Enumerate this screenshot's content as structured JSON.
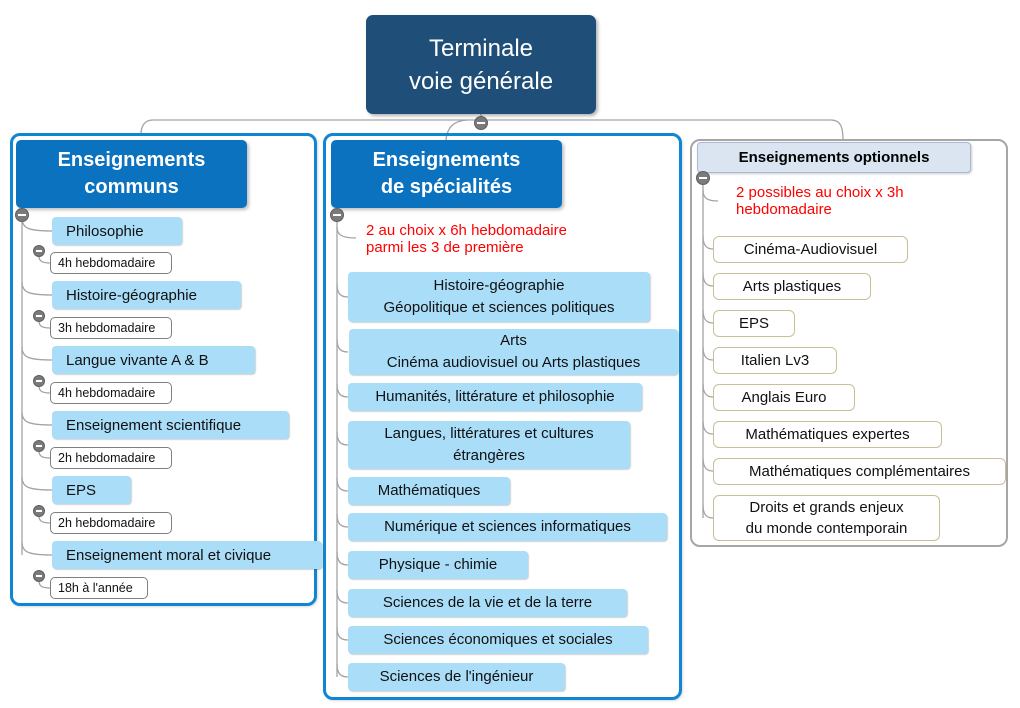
{
  "root_node": {
    "title": "Terminale\nvoie générale"
  },
  "branches": {
    "communs": {
      "header": "Enseignements\ncommuns",
      "items": [
        {
          "label": "Philosophie",
          "hours": "4h hebdomadaire"
        },
        {
          "label": "Histoire-géographie",
          "hours": "3h hebdomadaire"
        },
        {
          "label": "Langue vivante A & B",
          "hours": "4h hebdomadaire"
        },
        {
          "label": "Enseignement scientifique",
          "hours": "2h hebdomadaire"
        },
        {
          "label": "EPS",
          "hours": "2h hebdomadaire"
        },
        {
          "label": "Enseignement moral et civique",
          "hours": "18h à l'année"
        }
      ]
    },
    "specialites": {
      "header": "Enseignements\nde spécialités",
      "note": "2 au choix x 6h hebdomadaire\nparmi les 3 de première",
      "items": [
        {
          "label": "Histoire-géographie\nGéopolitique et sciences politiques"
        },
        {
          "label": "Arts\nCinéma audiovisuel ou Arts plastiques"
        },
        {
          "label": "Humanités, littérature et philosophie"
        },
        {
          "label": "Langues, littératures et cultures\nétrangères"
        },
        {
          "label": "Mathématiques"
        },
        {
          "label": "Numérique et sciences informatiques"
        },
        {
          "label": "Physique - chimie"
        },
        {
          "label": "Sciences de la vie et de la terre"
        },
        {
          "label": "Sciences économiques et sociales"
        },
        {
          "label": "Sciences de l'ingénieur"
        }
      ]
    },
    "optionnels": {
      "header": "Enseignements optionnels",
      "note": "2 possibles au choix x 3h\nhebdomadaire",
      "items": [
        {
          "label": "Cinéma-Audiovisuel"
        },
        {
          "label": "Arts plastiques"
        },
        {
          "label": "EPS"
        },
        {
          "label": "Italien Lv3"
        },
        {
          "label": "Anglais Euro"
        },
        {
          "label": "Mathématiques expertes"
        },
        {
          "label": "Mathématiques complémentaires"
        },
        {
          "label": "Droits et grands enjeux\ndu monde contemporain"
        }
      ]
    }
  },
  "icons": {
    "collapse": "minus-circle"
  },
  "colors": {
    "root_fill": "#1F4E79",
    "branch_header_fill": "#0B72BF",
    "container_border": "#0E86D4",
    "subject_fill": "#A9DDF8",
    "optional_header_fill": "#DBE5F2",
    "optional_item_border": "#C9BF97",
    "hours_border": "#7F7F7F",
    "note_text": "#FF0000",
    "connector": "#A3A3A3"
  }
}
